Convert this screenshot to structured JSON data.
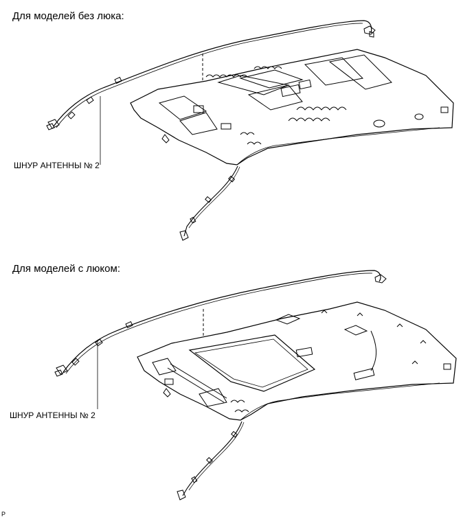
{
  "sections": [
    {
      "heading": "Для моделей без люка:",
      "callout": "ШНУР АНТЕННЫ № 2",
      "variant": "no-sunroof"
    },
    {
      "heading": "Для моделей с люком:",
      "callout": "ШНУР АНТЕННЫ № 2",
      "variant": "sunroof"
    }
  ],
  "figure_code": "P"
}
